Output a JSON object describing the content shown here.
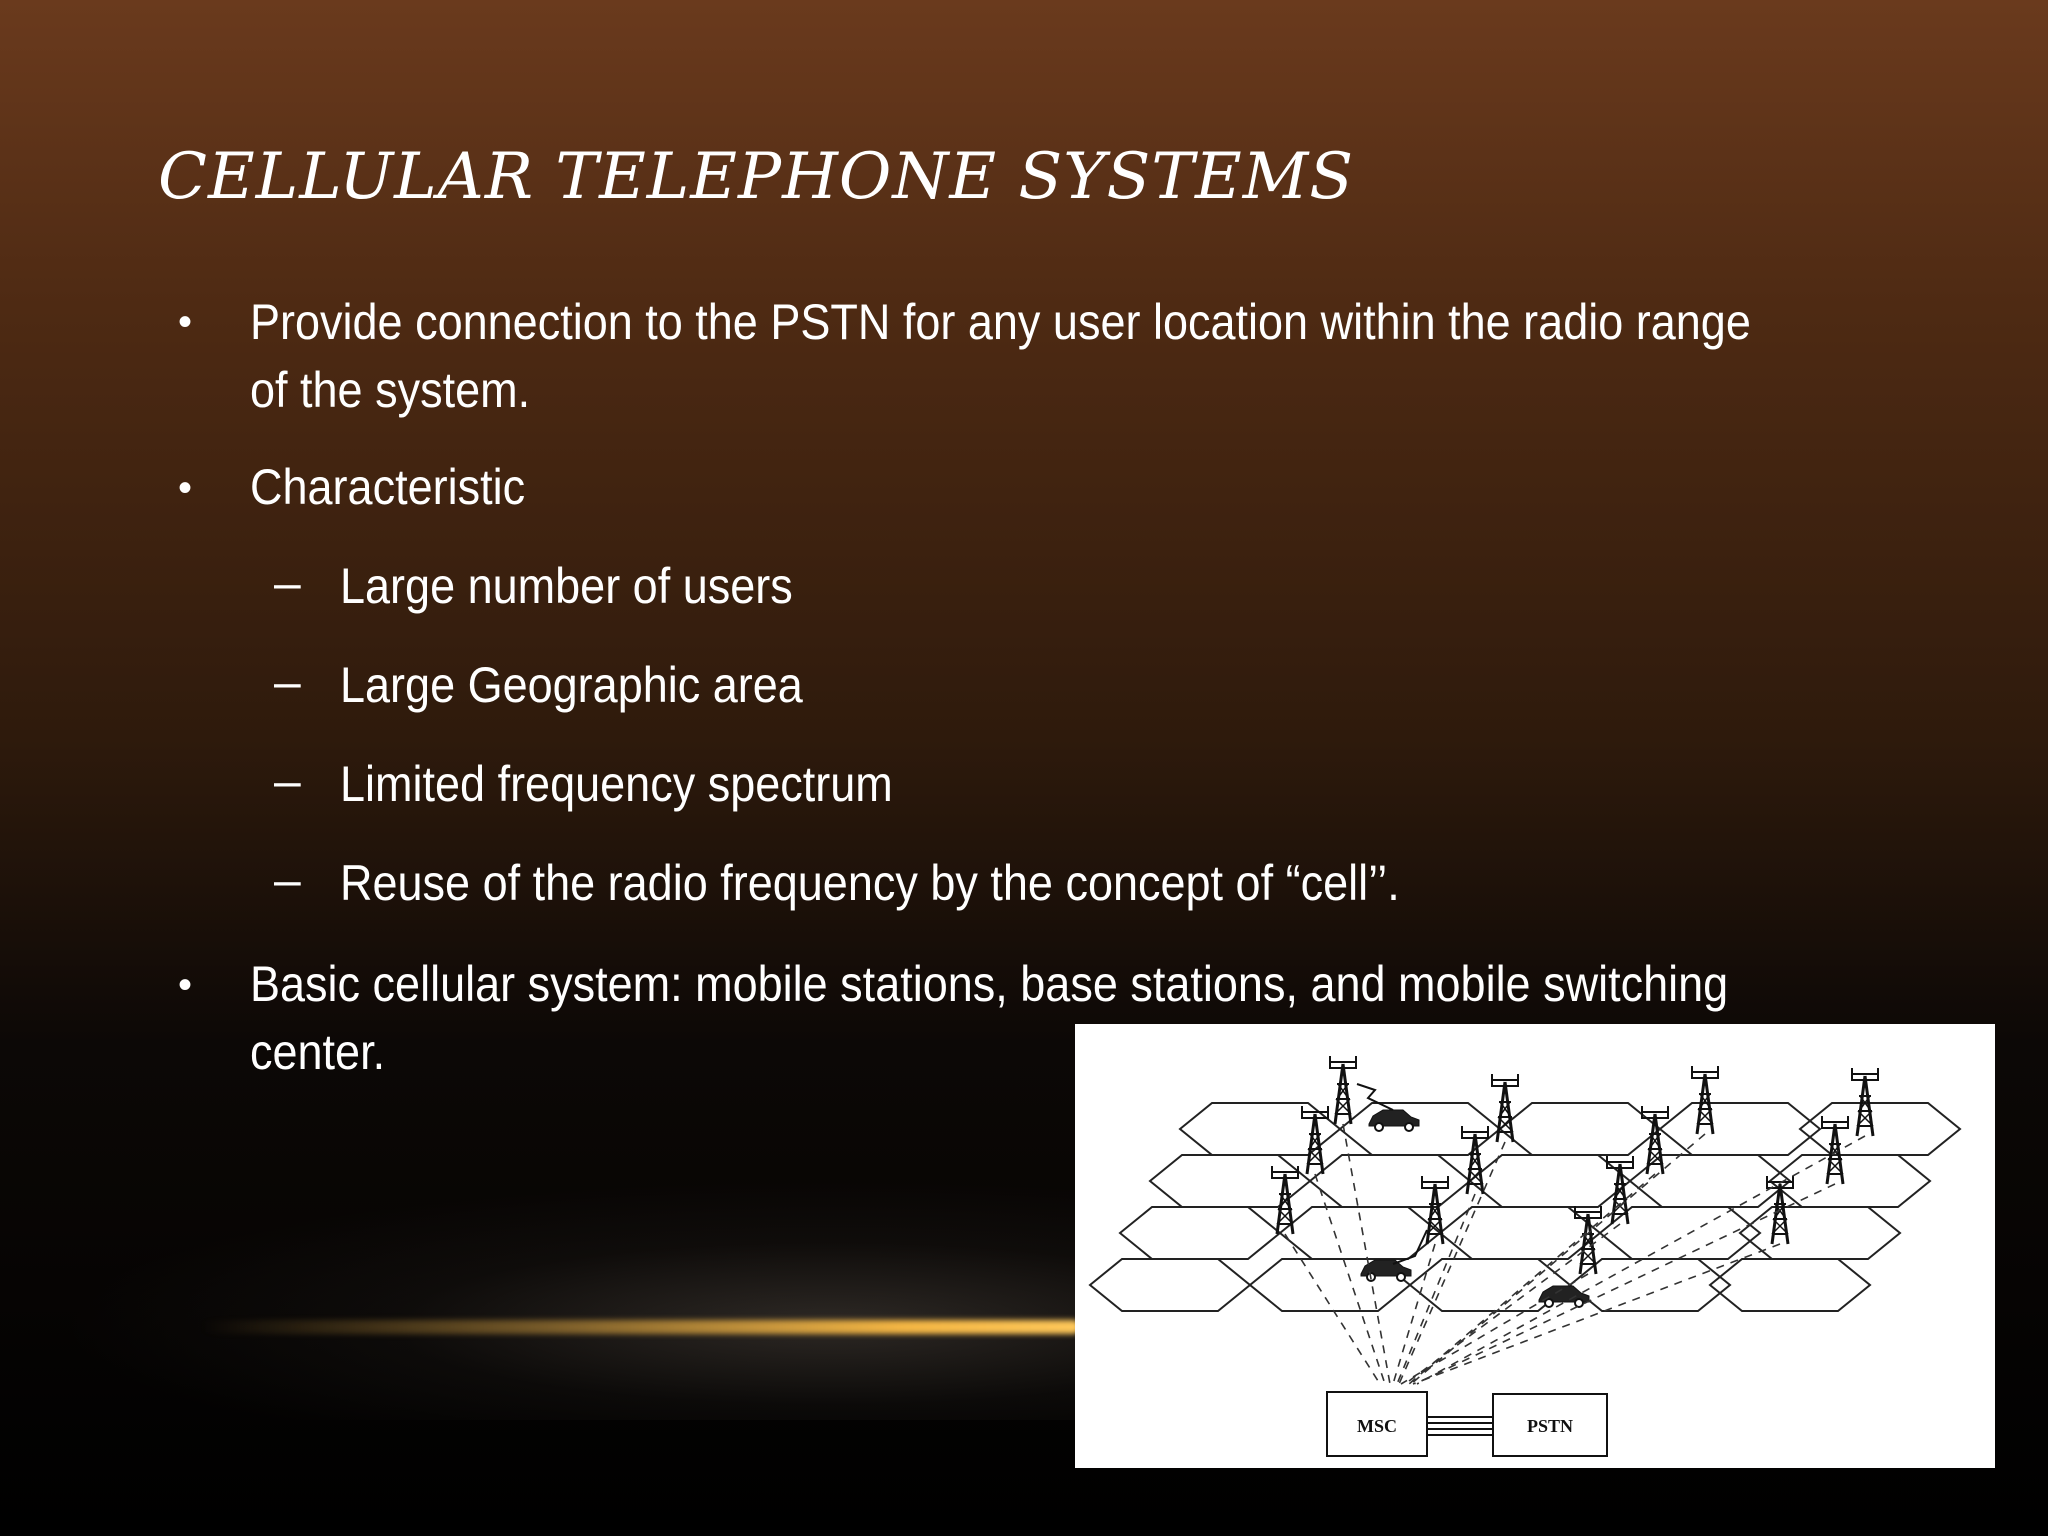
{
  "slide": {
    "title": "CELLULAR TELEPHONE SYSTEMS",
    "bullets": [
      {
        "marker": "•",
        "text": "Provide connection to the PSTN for any user location within the radio range",
        "text2": "of the system."
      },
      {
        "marker": "•",
        "text": "Characteristic"
      },
      {
        "marker": "–",
        "text": "Large number of users"
      },
      {
        "marker": "–",
        "text": "Large Geographic area"
      },
      {
        "marker": "–",
        "text": "Limited frequency spectrum"
      },
      {
        "marker": "–",
        "text": "Reuse of the radio frequency by the concept of  “cell’’."
      },
      {
        "marker": "•",
        "text": "Basic cellular system: mobile stations, base stations, and mobile switching",
        "text2": "center."
      }
    ]
  },
  "figure": {
    "boxes": {
      "left": "MSC",
      "right": "PSTN"
    },
    "icons": [
      "antenna-tower-icon",
      "car-icon"
    ]
  }
}
